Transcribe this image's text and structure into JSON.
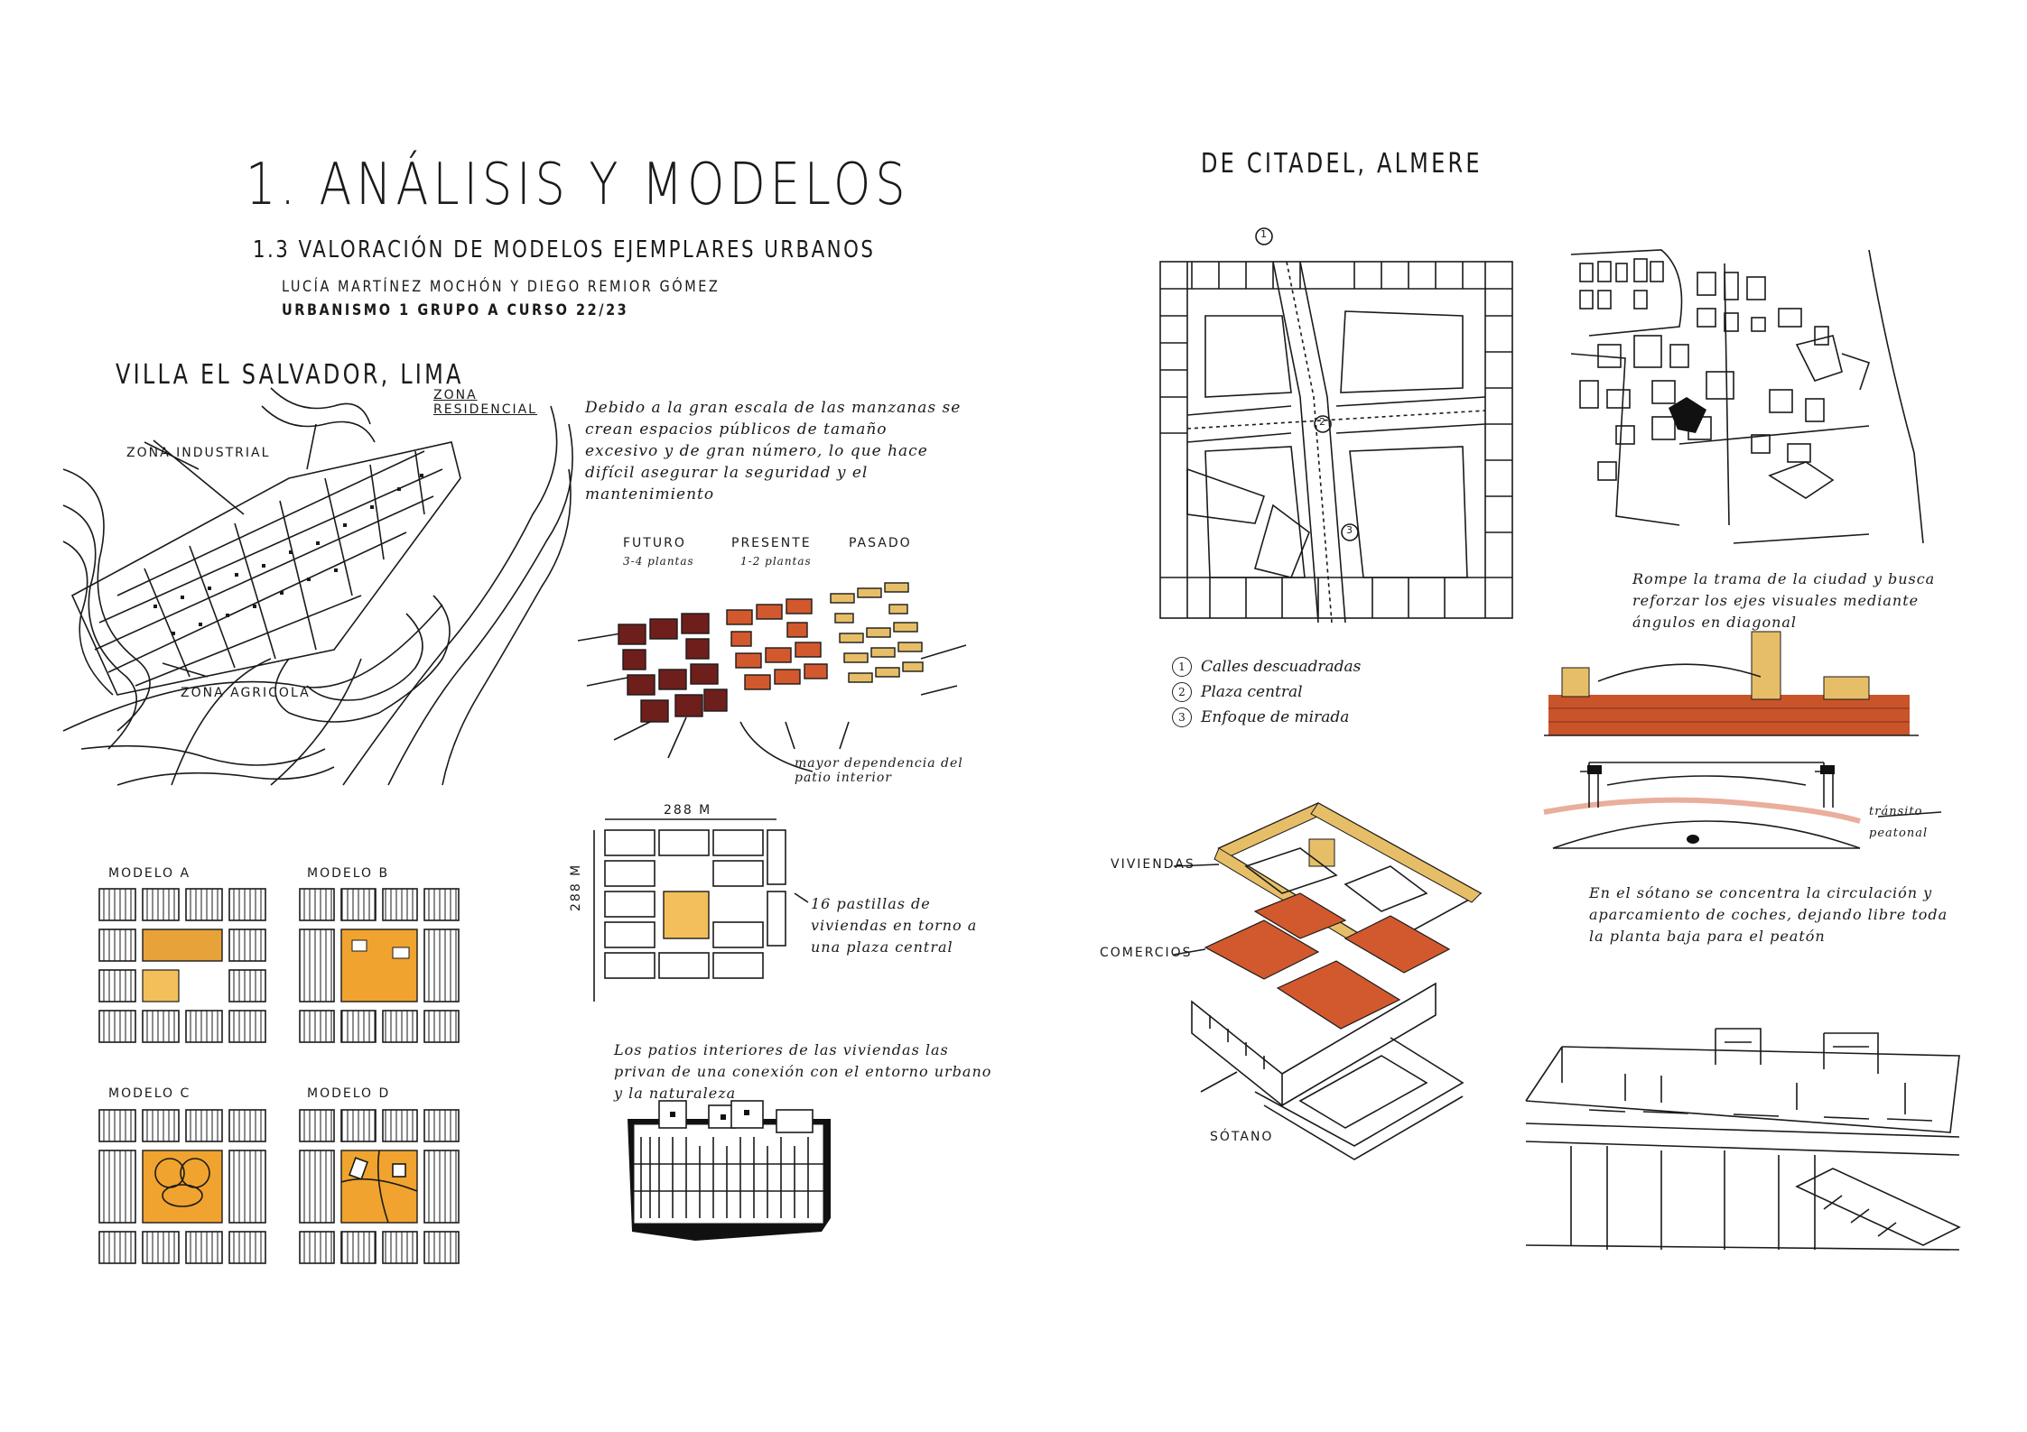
{
  "header": {
    "title": "1. ANÁLISIS Y MODELOS",
    "subtitle": "1.3 VALORACIÓN DE MODELOS EJEMPLARES URBANOS",
    "authors": "LUCÍA MARTÍNEZ MOCHÓN Y DIEGO REMIOR GÓMEZ",
    "course": "URBANISMO 1  GRUPO A  CURSO 22/23"
  },
  "villa": {
    "heading": "VILLA EL SALVADOR, LIMA",
    "map_labels": {
      "residencial": "ZONA RESIDENCIAL",
      "industrial": "ZONA INDUSTRIAL",
      "agricola": "ZONA AGRICOLA"
    },
    "note_scale": "Debido a la gran escala de las manzanas se crean espacios públicos de tamaño excesivo y de gran número, lo que hace difícil asegurar la seguridad y el mantenimiento",
    "timeline": {
      "futuro": "FUTURO",
      "futuro_sub": "3-4 plantas",
      "presente": "PRESENTE",
      "presente_sub": "1-2 plantas",
      "pasado": "PASADO",
      "note": "mayor dependencia del patio interior"
    },
    "block": {
      "dim_top": "288 M",
      "dim_side": "288 M",
      "note": "16 pastillas de viviendas en torno a una plaza central"
    },
    "models": {
      "a": "MODELO A",
      "b": "MODELO B",
      "c": "MODELO C",
      "d": "MODELO D"
    },
    "note_patios": "Los patios interiores de las viviendas las privan de una conexión con el entorno urbano y la naturaleza"
  },
  "citadel": {
    "heading": "DE CITADEL, ALMERE",
    "plan_markers": [
      "1",
      "2",
      "3"
    ],
    "legend": [
      {
        "num": "1",
        "text": "Calles descuadradas"
      },
      {
        "num": "2",
        "text": "Plaza central"
      },
      {
        "num": "3",
        "text": "Enfoque de mirada"
      }
    ],
    "note_trama": "Rompe la trama de la ciudad y busca reforzar los ejes visuales mediante ángulos en diagonal",
    "section_label": "tránsito peatonal",
    "note_sotano": "En el sótano se concentra la circulación y aparcamiento de coches, dejando libre toda la planta baja para el peatón",
    "exploded": {
      "viviendas": "VIVIENDAS",
      "comercios": "COMERCIOS",
      "sotano": "SÓTANO"
    }
  },
  "colors": {
    "ink": "#1a1a1a",
    "orange": "#e8a23a",
    "orange_light": "#f3bf5a",
    "brick": "#c9542a",
    "maroon": "#6e1f1c",
    "sand": "#e7be68"
  }
}
